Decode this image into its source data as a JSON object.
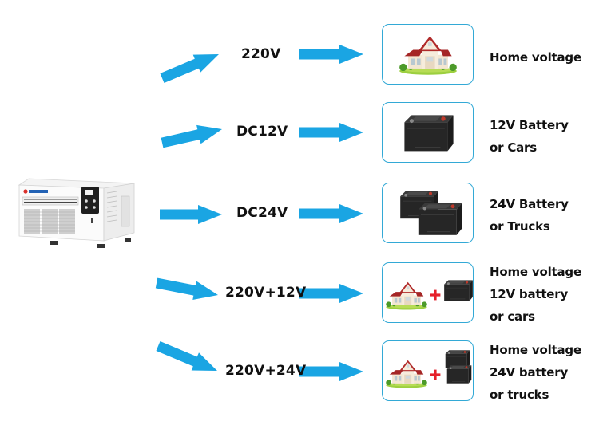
{
  "colors": {
    "arrow": "#1aa5e3",
    "card_border": "#33a9d6",
    "plus": "#e5202a",
    "roof": "#b02a2a",
    "wall": "#f3e6d2",
    "grass": "#8cc63f",
    "battery": "#2a2a2a"
  },
  "source_device": {
    "icon": "window-air-conditioner-icon"
  },
  "modes": [
    {
      "label": "220V",
      "icon": "house-icon",
      "description": [
        "Home voltage"
      ]
    },
    {
      "label": "DC12V",
      "icon": "car-battery-icon",
      "description": [
        "12V Battery",
        "or Cars"
      ]
    },
    {
      "label": "DC24V",
      "icon": "double-battery-icon",
      "description": [
        "24V Battery",
        "or Trucks"
      ]
    },
    {
      "label": "220V+12V",
      "icon": "house-plus-battery-icon",
      "plus": "+",
      "description": [
        "Home voltage",
        "12V battery",
        "or cars"
      ]
    },
    {
      "label": "220V+24V",
      "icon": "house-plus-double-battery-icon",
      "plus": "+",
      "description": [
        "Home voltage",
        "24V battery",
        "or trucks"
      ]
    }
  ]
}
